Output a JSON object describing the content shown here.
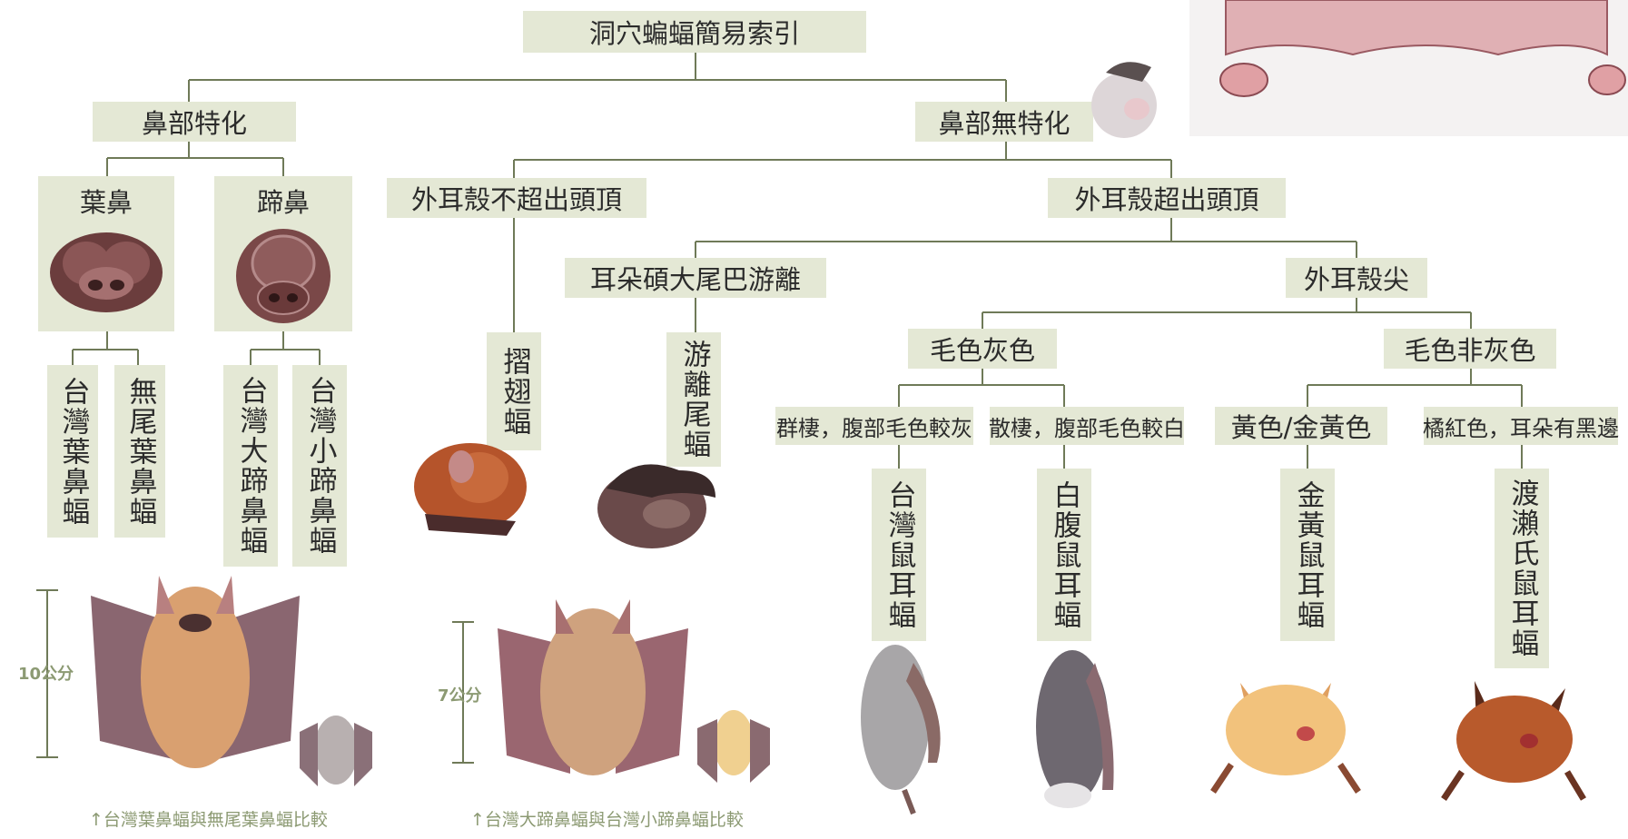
{
  "title": "洞穴蝙蝠簡易索引",
  "branches": {
    "specialized": "鼻部特化",
    "not_specialized": "鼻部無特化"
  },
  "nose_types": {
    "leaf": "葉鼻",
    "horseshoe": "蹄鼻"
  },
  "leaf_nose_species": [
    "台灣葉鼻蝠",
    "無尾葉鼻蝠"
  ],
  "horseshoe_species": [
    "台灣大蹄鼻蝠",
    "台灣小蹄鼻蝠"
  ],
  "ear_criteria": {
    "not_over_head": "外耳殼不超出頭頂",
    "over_head": "外耳殼超出頭頂"
  },
  "not_over_species": "摺翅蝠",
  "big_ear_tail": "耳朵碩大尾巴游離",
  "big_ear_species": "游離尾蝠",
  "pointed_ear": "外耳殼尖",
  "fur": {
    "grey": "毛色灰色",
    "non_grey": "毛色非灰色"
  },
  "grey_sub": [
    "群棲，腹部毛色較灰",
    "散棲，腹部毛色較白"
  ],
  "grey_species": [
    "台灣鼠耳蝠",
    "白腹鼠耳蝠"
  ],
  "non_grey_sub": [
    "黃色/金黃色",
    "橘紅色，耳朵有黑邊"
  ],
  "non_grey_species": [
    "金黃鼠耳蝠",
    "渡瀨氏鼠耳蝠"
  ],
  "scales": {
    "left": "10公分",
    "middle": "7公分"
  },
  "captions": {
    "left": "↑台灣葉鼻蝠與無尾葉鼻蝠比較",
    "middle": "↑台灣大蹄鼻蝠與台灣小蹄鼻蝠比較"
  },
  "colors": {
    "box_fill": "#e4e8d5",
    "line": "#6f7a58",
    "caption": "#8c9a73"
  }
}
